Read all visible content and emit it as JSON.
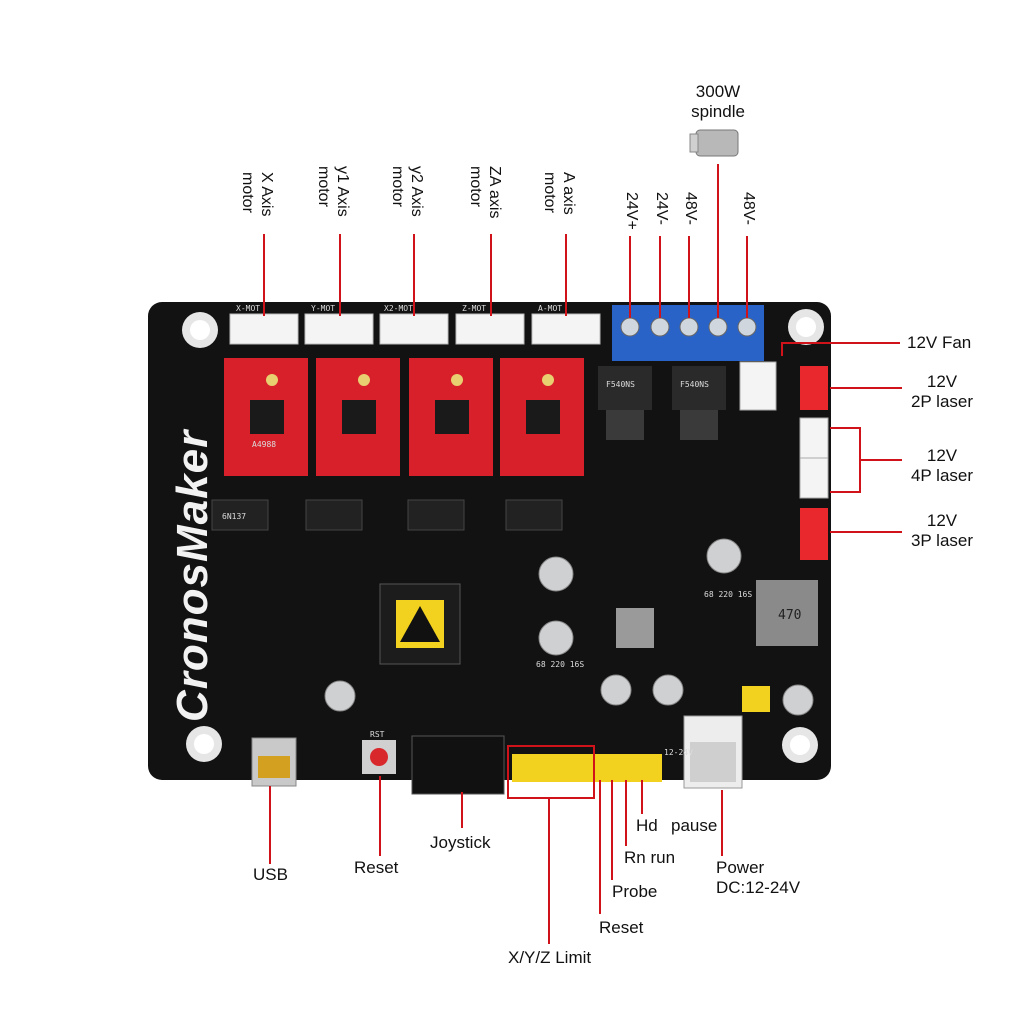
{
  "board": {
    "brand": "CronosMaker",
    "silk": {
      "x_mot": "X-MOT",
      "y_mot": "Y-MOT",
      "x2_mot": "X2-MOT",
      "z_mot": "Z-MOT",
      "a_mot": "A-MOT",
      "driver_chip": "A4988",
      "mosfet_1": "F540NS",
      "mosfet_2": "F540NS",
      "inductor": "470",
      "optocoupler": "6N137",
      "rst": "RST",
      "input_12_24": "12-24V",
      "cap_1": "68 220 16S",
      "cap_2": "68 220 16S"
    }
  },
  "labels": {
    "spindle": [
      "300W",
      "spindle"
    ],
    "x_axis_motor": [
      "X Axis",
      "motor"
    ],
    "y1_axis_motor": [
      "y1 Axis",
      "motor"
    ],
    "y2_axis_motor": [
      "y2 Axis",
      "motor"
    ],
    "za_axis_motor": [
      "ZA axis",
      "motor"
    ],
    "a_axis_motor": [
      "A axis",
      "motor"
    ],
    "v24_plus": "24V+",
    "v24_minus": "24V-",
    "v48_minus_1": "48V-",
    "v48_minus_2": "48V-",
    "fan_12v": "12V Fan",
    "laser_2p": [
      "12V",
      "2P laser"
    ],
    "laser_4p": [
      "12V",
      "4P laser"
    ],
    "laser_3p": [
      "12V",
      "3P laser"
    ],
    "usb": "USB",
    "reset_button": "Reset",
    "joystick": "Joystick",
    "hd": "Hd",
    "pause": "pause",
    "rn_run": "Rn run",
    "probe": "Probe",
    "reset_pin": "Reset",
    "xyz_limit": "X/Y/Z Limit",
    "power": [
      "Power",
      "DC:12-24V"
    ]
  },
  "colors": {
    "board": "#121212",
    "driver_red": "#d8202a",
    "terminal_blue": "#2a63c8",
    "header_yellow": "#f2d21e",
    "leader_red": "#d0121b",
    "connector_white": "#f4f4f4"
  }
}
